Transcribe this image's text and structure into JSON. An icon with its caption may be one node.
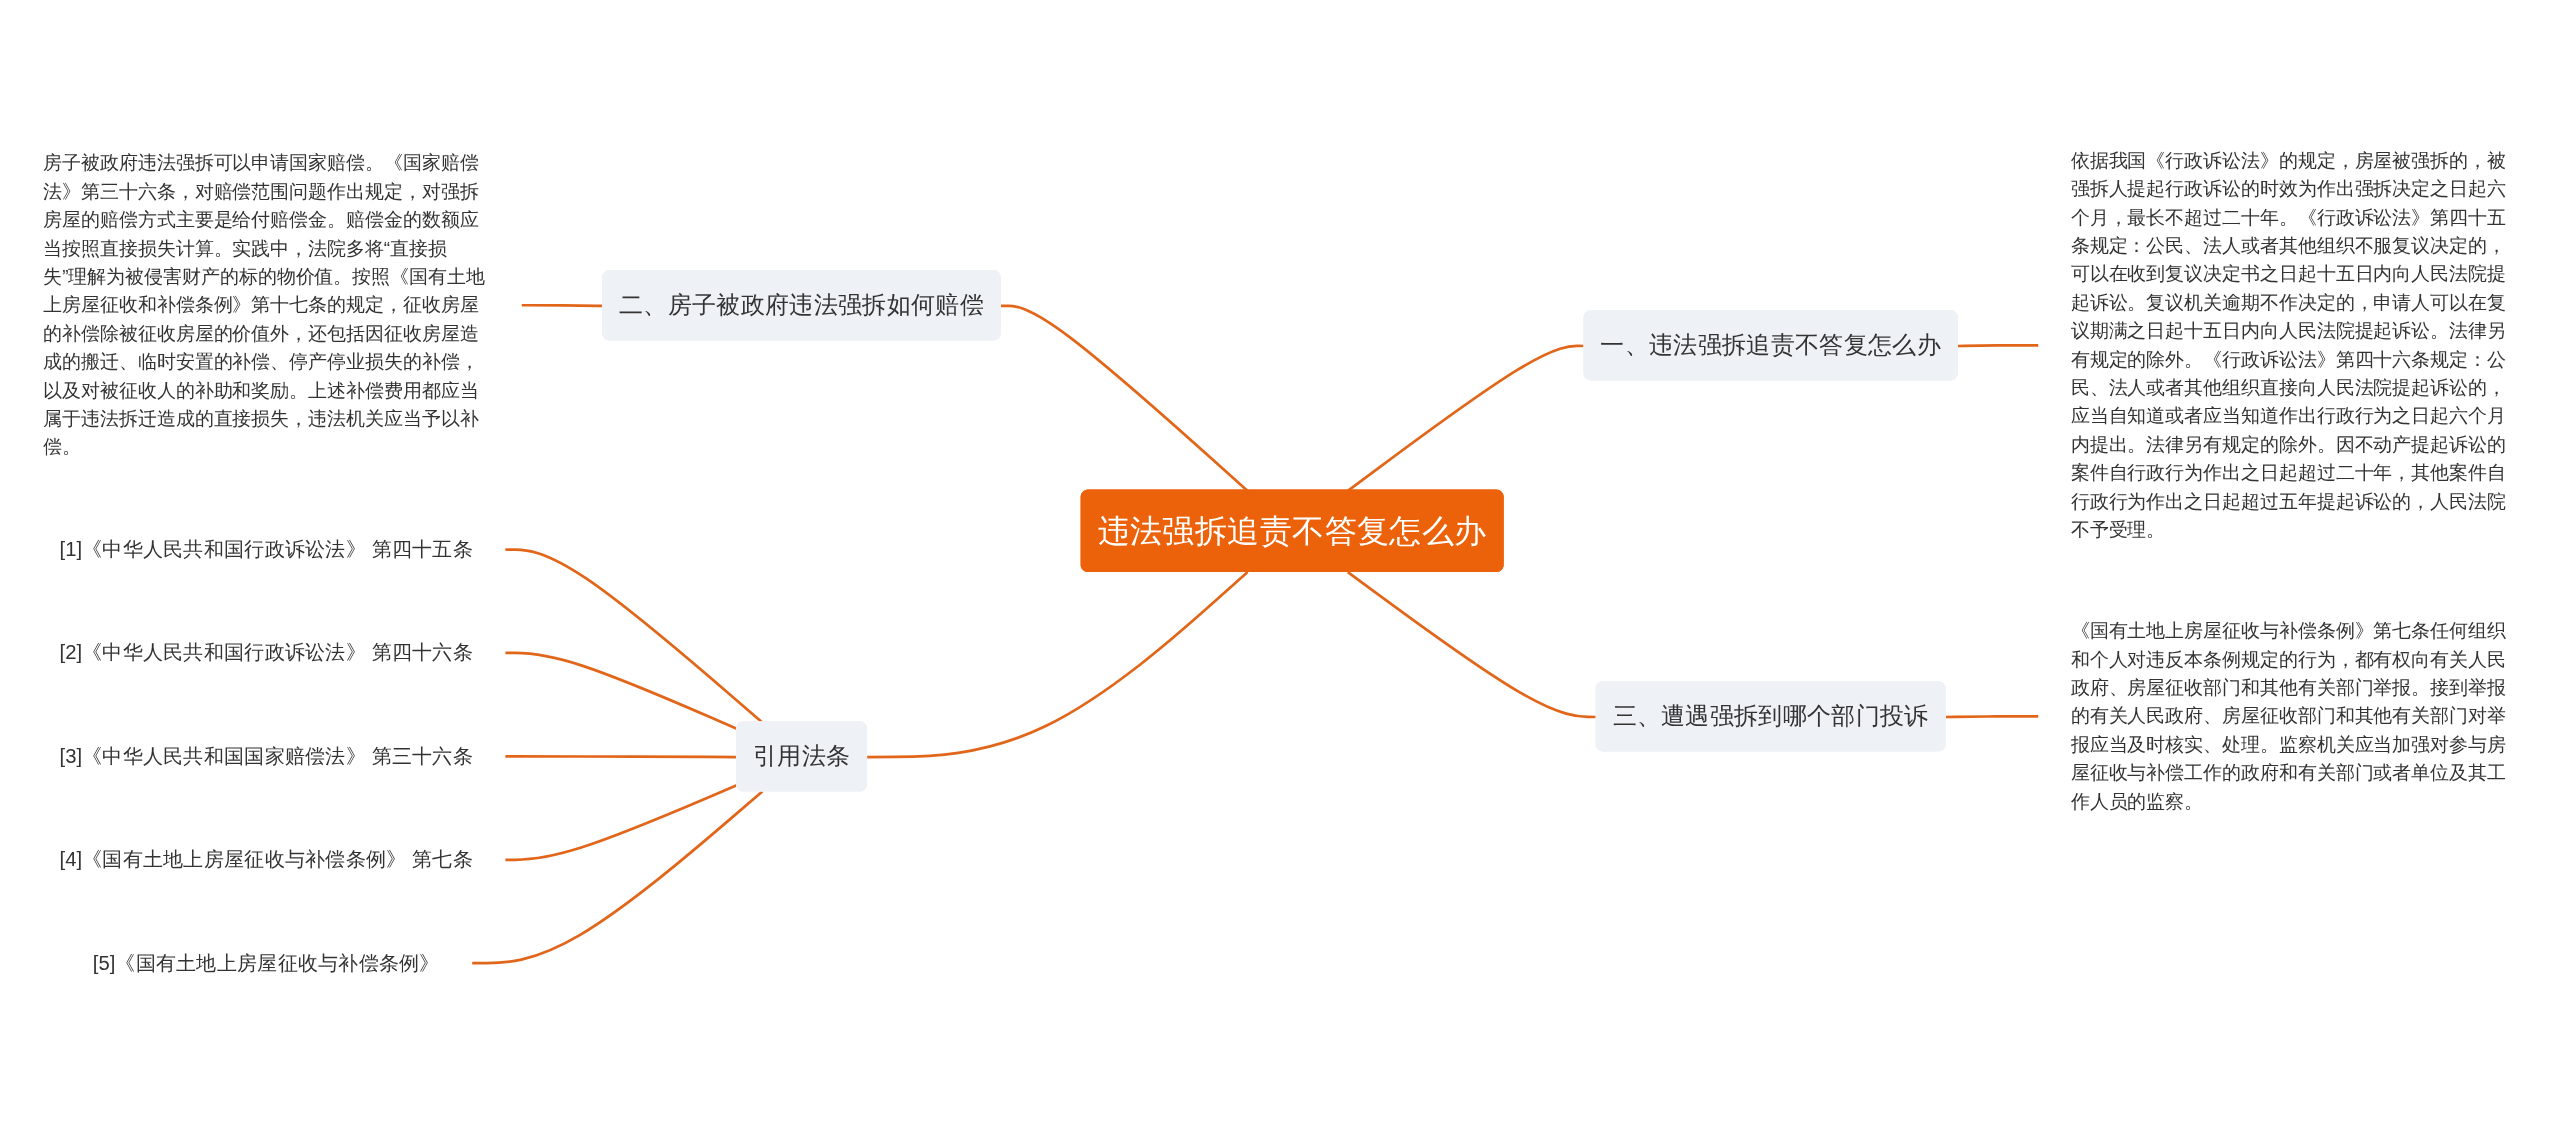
{
  "diagram": {
    "nodes": [
      {
        "text": [
          "违法强拆追责不答复怎么办"
        ]
      },
      {
        "text": [
          "一、违法强拆追责不答复怎么办"
        ]
      },
      {
        "text": [
          "依据我国《行政诉讼法》的规定，房屋被强拆的，被强拆人提起行政诉讼的时效为作出强拆决定之日起六个月，最长不超过二十年。《行政诉讼法》第四十五条规定：公民、法人或者其他组织不服复议决定的，可以在收到复议决定书之日起十五日内向人民法院提起诉讼。复议机关逾期不作决定的，申请人可以在复议期满之日起十五日内向人民法院提起诉讼。法律另有规定的除外。《行政诉讼法》第四十六条规定：公民、法人或者其他组织直接向人民法院提起诉讼的，应当自知道或者应当知道作出行政行为之日起六个月内提出。法律另有规定的除外。因不动产提起诉讼的案件自行政行为作出之日起超过二十年，其他案件自行政行为作出之日起超过五年提起诉讼的，人民法院不予受理。"
        ]
      },
      {
        "text": [
          "三、遭遇强拆到哪个部门投诉"
        ]
      },
      {
        "text": [
          "《国有土地上房屋征收与补偿条例》第七条任何组织和个人对违反本条例规定的行为，都有权向有关人民政府、房屋征收部门和其他有关部门举报。接到举报的有关人民政府、房屋征收部门和其他有关部门对举报应当及时核实、处理。监察机关应当加强对参与房屋征收与补偿工作的政府和有关部门或者单位及其工作人员的监察。"
        ]
      },
      {
        "text": [
          "二、房子被政府违法强拆如何赔偿"
        ]
      },
      {
        "text": [
          "房子被政府违法强拆可以申请国家赔偿。《国家赔偿法》第三十六条，对赔偿范围问题作出规定，对强拆房屋的赔偿方式主要是给付赔偿金。赔偿金的数额应当按照直接损失计算。实践中，法院多将“直接损失”理解为被侵害财产的标的物价值。按照《国有土地上房屋征收和补偿条例》第十七条的规定，征收房屋的补偿除被征收房屋的价值外，还包括因征收房屋造成的搬迁、临时安置的补偿、停产停业损失的补偿，以及对被征收人的补助和奖励。上述补偿费用都应当属于违法拆迁造成的直接损失，违法机关应当予以补偿。"
        ]
      },
      {
        "text": [
          "引用法条"
        ]
      },
      {
        "text": [
          "[1]《中华人民共和国行政诉讼法》 第四十五条"
        ]
      },
      {
        "text": [
          "[2]《中华人民共和国行政诉讼法》 第四十六条"
        ]
      },
      {
        "text": [
          "[3]《中华人民共和国国家赔偿法》 第三十六条"
        ]
      },
      {
        "text": [
          "[4]《国有土地上房屋征收与补偿条例》 第七条"
        ]
      },
      {
        "text": [
          "[5]《国有土地上房屋征收与补偿条例》"
        ]
      }
    ],
    "edges": [
      {
        "from": 0,
        "to": 1,
        "arrow": "none"
      },
      {
        "from": 1,
        "to": 2,
        "arrow": "none"
      },
      {
        "from": 0,
        "to": 3,
        "arrow": "none"
      },
      {
        "from": 3,
        "to": 4,
        "arrow": "none"
      },
      {
        "from": 0,
        "to": 5,
        "arrow": "none"
      },
      {
        "from": 5,
        "to": 6,
        "arrow": "none"
      },
      {
        "from": 0,
        "to": 7,
        "arrow": "none"
      },
      {
        "from": 7,
        "to": 8,
        "arrow": "none"
      },
      {
        "from": 7,
        "to": 9,
        "arrow": "none"
      },
      {
        "from": 7,
        "to": 10,
        "arrow": "none"
      },
      {
        "from": 7,
        "to": 11,
        "arrow": "none"
      },
      {
        "from": 7,
        "to": 12,
        "arrow": "none"
      }
    ]
  }
}
